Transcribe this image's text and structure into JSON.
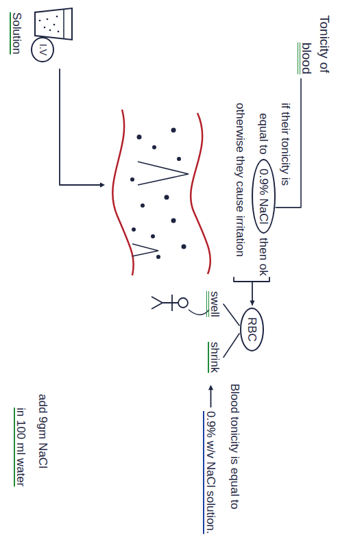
{
  "diagram": {
    "nodes": [
      {
        "text": [
          "0.9% NaCl"
        ]
      },
      {
        "text": [
          "RBC"
        ]
      },
      {
        "text": [
          "I.V"
        ]
      }
    ],
    "labels": [
      "Tonicity of",
      "blood",
      "if their tonicity is",
      "equal to",
      "then ok",
      "otherwise they cause irritation",
      "swell",
      "shrink",
      "Blood tonicity is equal to",
      "0.9% w/v NaCl solution.",
      "add 9gm NaCl",
      "in 100 ml water",
      "Solution"
    ]
  }
}
